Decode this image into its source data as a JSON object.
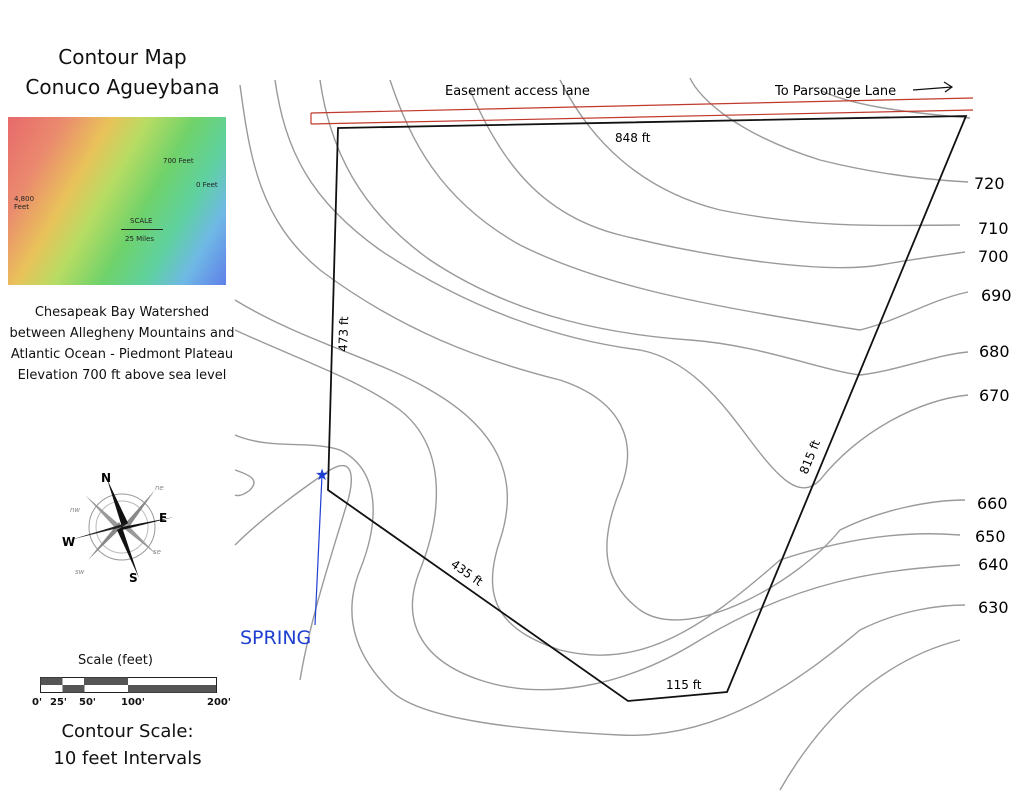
{
  "title": {
    "line1": "Contour Map",
    "line2": "Conuco Agueybana"
  },
  "inset_map": {
    "label_high": "4,800 Feet",
    "label_mid": "700 Feet",
    "label_low": "0 Feet",
    "scale_label": "SCALE",
    "scale_value": "25 Miles"
  },
  "description": "Chesapeak Bay Watershed between Allegheny Mountains and Atlantic Ocean - Piedmont Plateau Elevation 700 ft above sea level",
  "compass": {
    "n": "N",
    "e": "E",
    "s": "S",
    "w": "W",
    "ne": "ne",
    "nw": "nw",
    "se": "se",
    "sw": "sw"
  },
  "scale_bar": {
    "title": "Scale (feet)",
    "ticks": [
      "0'",
      "25'",
      "50'",
      "100'",
      "200'"
    ]
  },
  "contour_scale": {
    "line1": "Contour Scale:",
    "line2": "10 feet Intervals"
  },
  "map": {
    "easement_label": "Easement access lane",
    "parsonage_label": "To Parsonage Lane",
    "sides": {
      "top": "848 ft",
      "left": "473 ft",
      "lower_left": "435 ft",
      "bottom": "115 ft",
      "right": "815 ft"
    },
    "spring_label": "SPRING",
    "contour_labels": [
      "720",
      "710",
      "700",
      "690",
      "680",
      "670",
      "660",
      "650",
      "640",
      "630"
    ],
    "colors": {
      "boundary": "#111111",
      "lane": "#c0392b",
      "contour": "#9a9a9a",
      "spring": "#1f3fd1"
    }
  }
}
